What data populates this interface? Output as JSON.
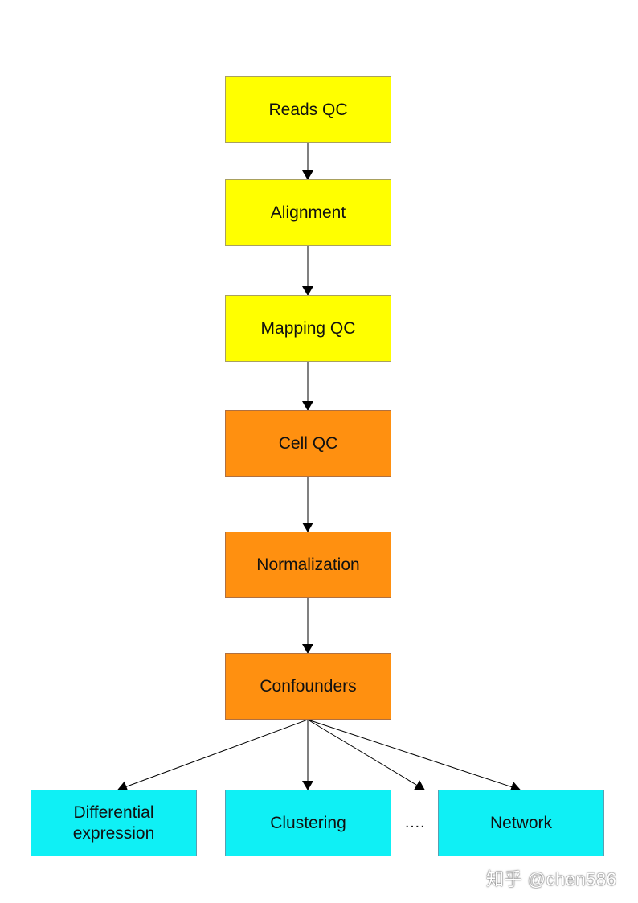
{
  "nodes": {
    "reads_qc": "Reads QC",
    "alignment": "Alignment",
    "mapping_qc": "Mapping QC",
    "cell_qc": "Cell QC",
    "normalization": "Normalization",
    "confounders": "Confounders",
    "differential_line1": "Differential",
    "differential_line2": "expression",
    "clustering": "Clustering",
    "network": "Network"
  },
  "ellipsis": "….",
  "watermark": "知乎 @chen586",
  "colors": {
    "qc_stage": "#ffff00",
    "processing_stage": "#ff9010",
    "analysis_stage": "#0ff0f5",
    "arrow": "#000000"
  }
}
